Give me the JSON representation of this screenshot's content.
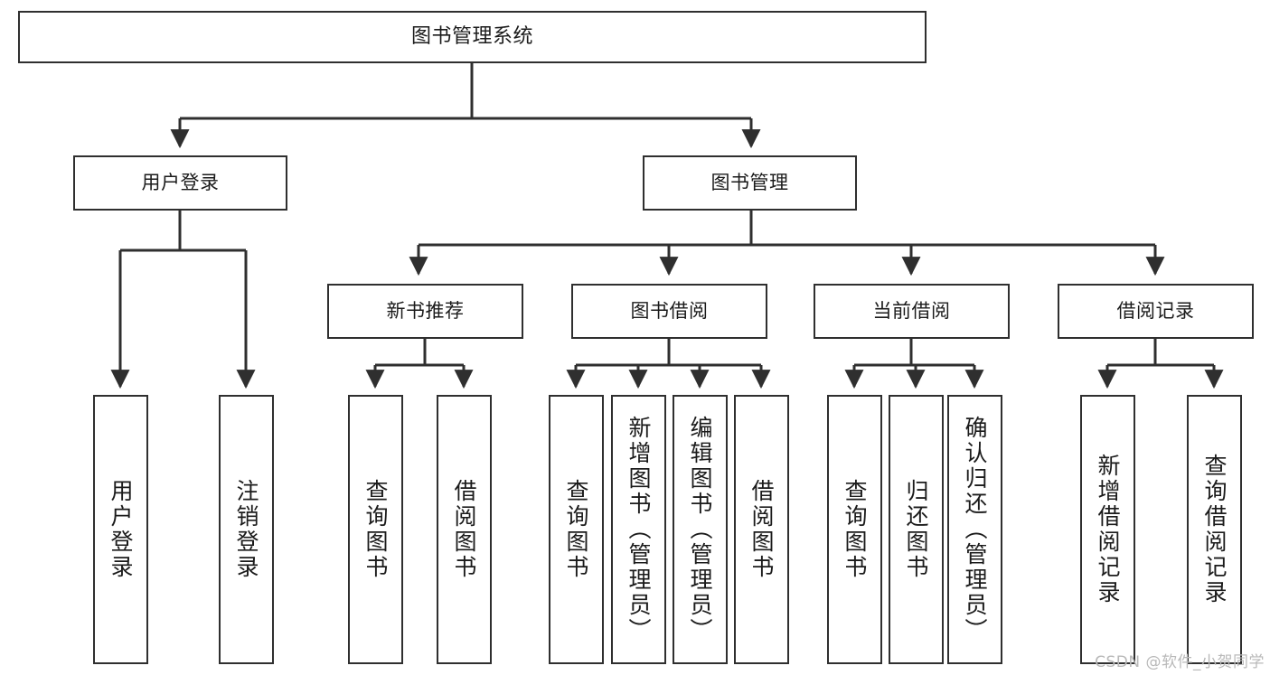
{
  "diagram": {
    "type": "tree-hierarchy",
    "title": "图书管理系统",
    "watermark": "CSDN @软件_小贺同学",
    "colors": {
      "stroke": "#2f2f2f",
      "fill": "#ffffff",
      "text": "#1b1b1b",
      "watermark": "#b9b9b9"
    },
    "nodes": {
      "root": {
        "label": "图书管理系统",
        "level": 0
      },
      "level1": [
        {
          "id": "user-login",
          "label": "用户登录"
        },
        {
          "id": "book-manage",
          "label": "图书管理"
        }
      ],
      "level2": [
        {
          "id": "new-book-recommend",
          "label": "新书推荐",
          "parent": "book-manage"
        },
        {
          "id": "book-borrow",
          "label": "图书借阅",
          "parent": "book-manage"
        },
        {
          "id": "current-borrow",
          "label": "当前借阅",
          "parent": "book-manage"
        },
        {
          "id": "borrow-record",
          "label": "借阅记录",
          "parent": "book-manage"
        }
      ],
      "leaves": [
        {
          "id": "leaf-user-login",
          "label": "用户登录",
          "parent": "user-login"
        },
        {
          "id": "leaf-logout",
          "label": "注销登录",
          "parent": "user-login"
        },
        {
          "id": "leaf-query-book-1",
          "label": "查询图书",
          "parent": "new-book-recommend"
        },
        {
          "id": "leaf-borrow-book-1",
          "label": "借阅图书",
          "parent": "new-book-recommend"
        },
        {
          "id": "leaf-query-book-2",
          "label": "查询图书",
          "parent": "book-borrow"
        },
        {
          "id": "leaf-add-book",
          "label": "新增图书（管理员）",
          "parent": "book-borrow"
        },
        {
          "id": "leaf-edit-book",
          "label": "编辑图书（管理员）",
          "parent": "book-borrow"
        },
        {
          "id": "leaf-borrow-book-2",
          "label": "借阅图书",
          "parent": "book-borrow"
        },
        {
          "id": "leaf-query-book-3",
          "label": "查询图书",
          "parent": "current-borrow"
        },
        {
          "id": "leaf-return-book",
          "label": "归还图书",
          "parent": "current-borrow"
        },
        {
          "id": "leaf-confirm-return",
          "label": "确认归还（管理员）",
          "parent": "current-borrow"
        },
        {
          "id": "leaf-add-record",
          "label": "新增借阅记录",
          "parent": "borrow-record"
        },
        {
          "id": "leaf-query-record",
          "label": "查询借阅记录",
          "parent": "borrow-record"
        }
      ]
    }
  }
}
